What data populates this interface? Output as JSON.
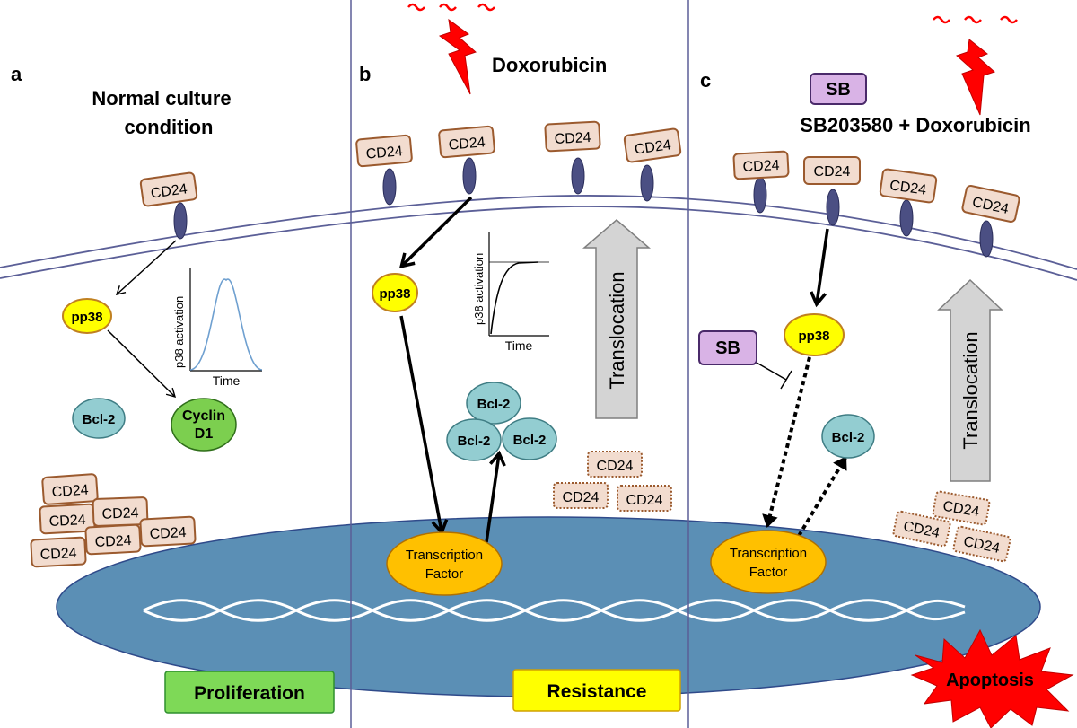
{
  "panels": {
    "a": {
      "letter": "a",
      "title_line1": "Normal culture",
      "title_line2": "condition"
    },
    "b": {
      "letter": "b",
      "title": "Doxorubicin"
    },
    "c": {
      "letter": "c",
      "title": "SB203580 + Doxorubicin",
      "sb_badge": "SB"
    }
  },
  "labels": {
    "cd24": "CD24",
    "pp38": "pp38",
    "bcl2": "Bcl-2",
    "cyclin_line1": "Cyclin",
    "cyclin_line2": "D1",
    "tf_line1": "Transcription",
    "tf_line2": "Factor",
    "sb": "SB",
    "translocation": "Translocation"
  },
  "insets": {
    "ylabel": "p38 activation",
    "xlabel": "Time"
  },
  "outcomes": {
    "proliferation": "Proliferation",
    "resistance": "Resistance",
    "apoptosis": "Apoptosis"
  },
  "colors": {
    "membrane": "#5b5f97",
    "nucleus": "#5b8fb5",
    "cd24_fill": "#f2dccf",
    "cd24_border": "#9b5a2e",
    "receptor": "#4b4f83",
    "pp38_fill": "#ffff00",
    "bcl2_fill": "#93cdd1",
    "cyclin_fill": "#7ccf4f",
    "tf_fill": "#ffc000",
    "sb_fill": "#d9b3e6",
    "arrow_gray": "#d4d4d4",
    "proliferation_bg": "#7ed957",
    "resistance_bg": "#ffff00",
    "apoptosis_red": "#ff0000",
    "lightning": "#ff0000"
  }
}
